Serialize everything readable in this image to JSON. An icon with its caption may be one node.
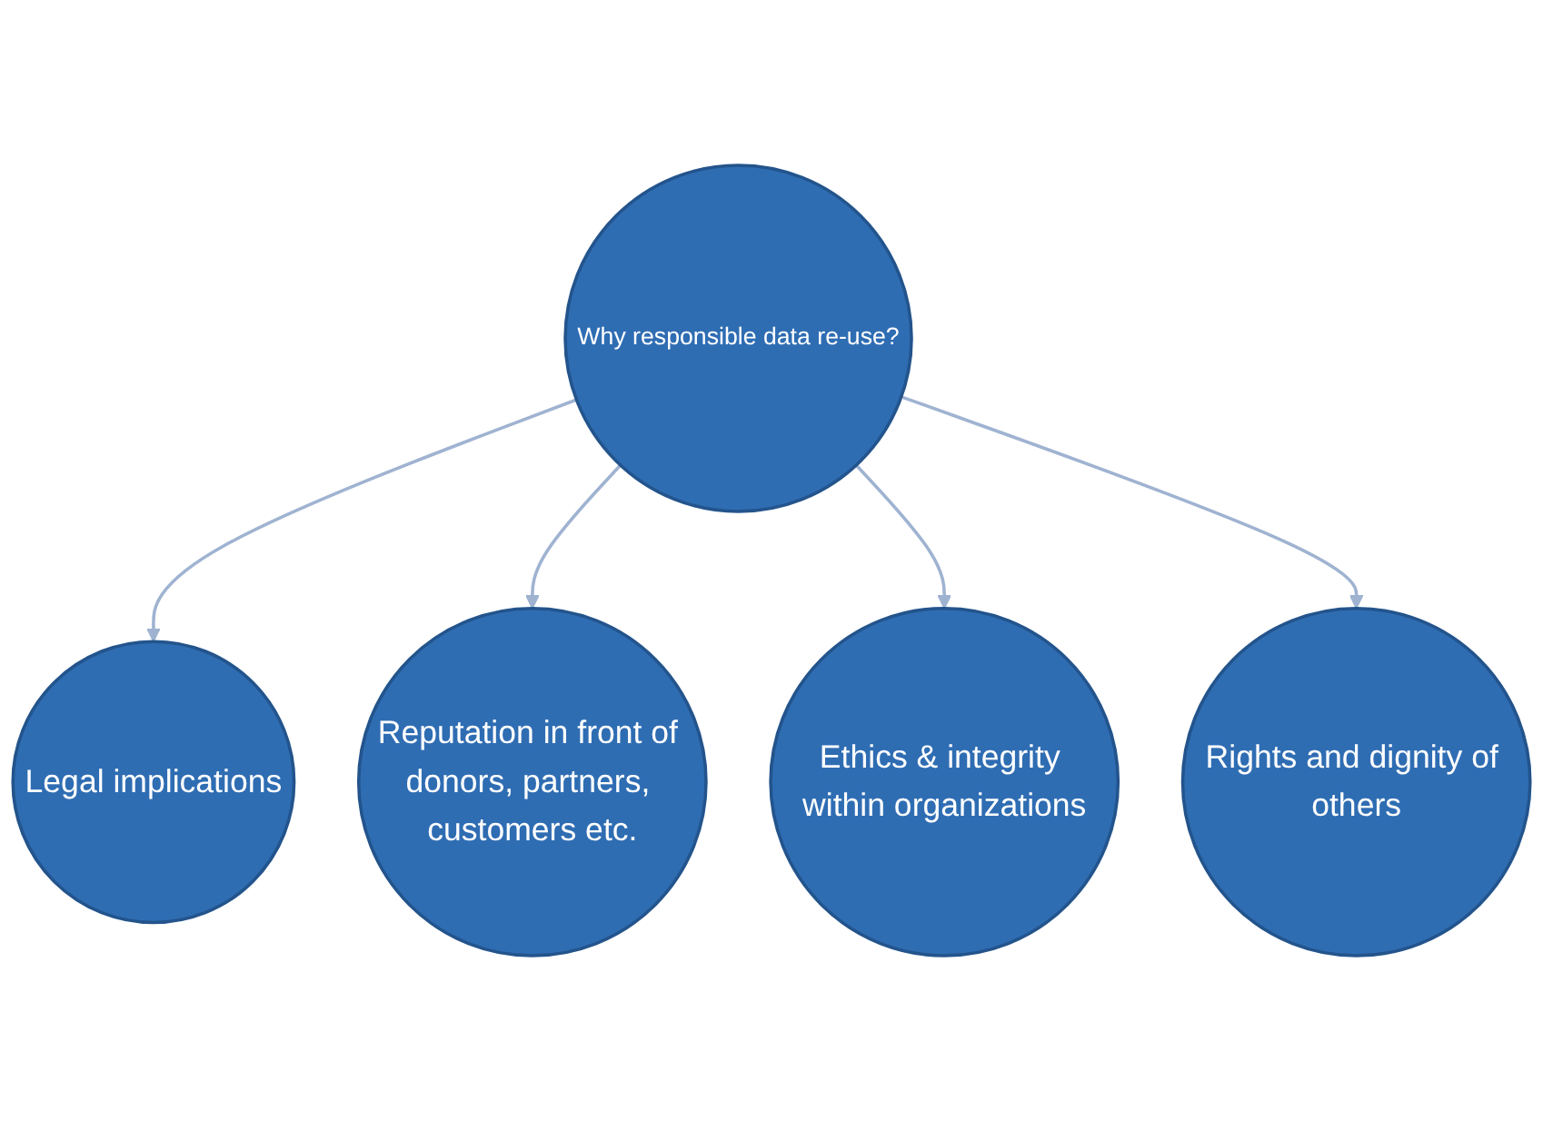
{
  "diagram": {
    "nodes": [
      {
        "text": [
          "Legal implications"
        ]
      },
      {
        "text": [
          "Reputation in front of donors, partners, customers etc."
        ]
      },
      {
        "text": [
          "Why responsible data re-use?"
        ]
      },
      {
        "text": [
          "Ethics & integrity within organizations"
        ]
      },
      {
        "text": [
          "Rights and dignity of others"
        ]
      }
    ],
    "edges": [
      {
        "from": 2,
        "to": 0,
        "arrow": "to"
      },
      {
        "from": 2,
        "to": 1,
        "arrow": "to"
      },
      {
        "from": 2,
        "to": 3,
        "arrow": "to"
      },
      {
        "from": 2,
        "to": 4,
        "arrow": "to"
      }
    ]
  }
}
